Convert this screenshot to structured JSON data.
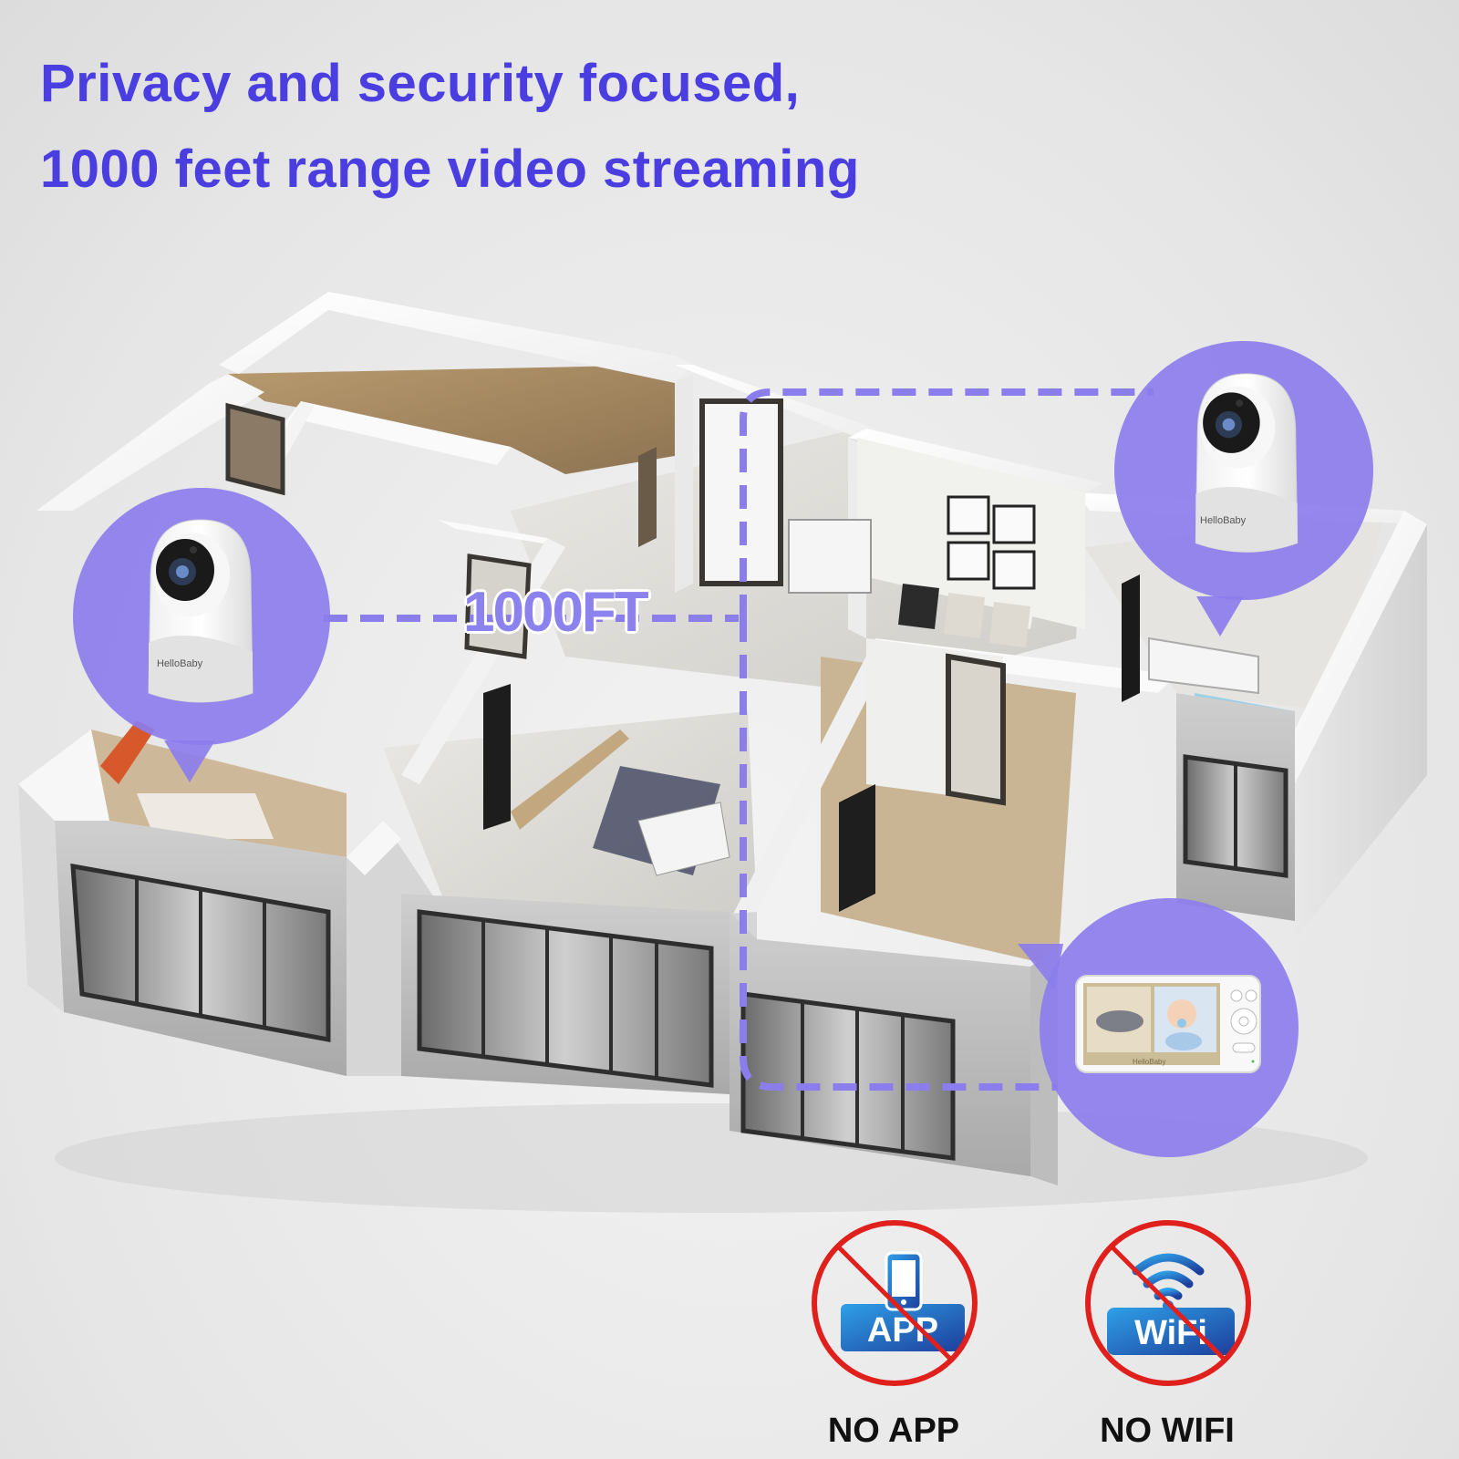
{
  "headline": {
    "line1": "Privacy and security focused,",
    "line2": "1000 feet range video streaming"
  },
  "diagram": {
    "range_label": "1000FT",
    "cameras": [
      {
        "id": "camera-left",
        "brand": "HelloBaby"
      },
      {
        "id": "camera-right",
        "brand": "HelloBaby"
      }
    ],
    "parent_unit": {
      "brand": "HelloBaby"
    }
  },
  "features": [
    {
      "icon": "no-app-icon",
      "badge_text": "APP",
      "caption": "NO APP"
    },
    {
      "icon": "no-wifi-icon",
      "badge_text": "WiFi",
      "caption": "NO WIFI"
    }
  ],
  "colors": {
    "headline": "#4a3ee0",
    "accent_purple": "#8c7dec",
    "prohibit_red": "#e0201c",
    "badge_blue": "#1f6fc8"
  }
}
